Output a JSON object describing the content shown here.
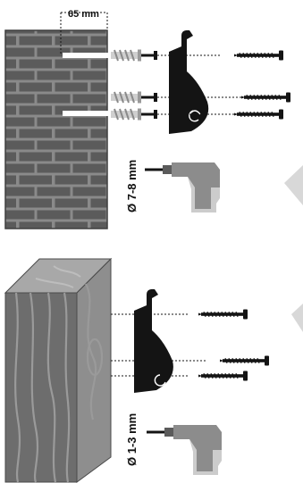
{
  "top_panel": {
    "surface": "brick-wall",
    "spacing_label": "65 mm",
    "drill_bit_label": "Ø 7-8 mm",
    "fasteners": [
      "wall-plug-with-screw",
      "wall-plug-with-screw",
      "wall-plug-with-screw"
    ]
  },
  "bottom_panel": {
    "surface": "wood-beam",
    "drill_bit_label": "Ø 1-3 mm",
    "fasteners": [
      "screw",
      "screw",
      "screw"
    ]
  },
  "colors": {
    "brick_dark": "#5b5b5b",
    "mortar": "#8a8a8a",
    "wood_face": "#6d6d6d",
    "wood_top": "#a8a8a8",
    "bracket": "#141414",
    "drill": "#8c8c8c"
  },
  "icons": [
    "bracket-icon",
    "screw-icon",
    "wall-plug-icon",
    "drill-icon"
  ]
}
